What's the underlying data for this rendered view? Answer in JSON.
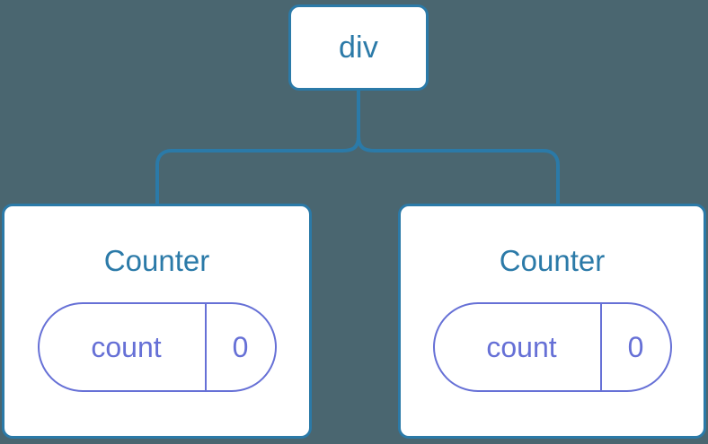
{
  "diagram": {
    "type": "component-tree",
    "background_color": "#4a6670",
    "node_border_color": "#2b7aa8",
    "node_fill_color": "#ffffff",
    "node_text_color": "#2b7aa8",
    "state_accent_color": "#6670d6",
    "connector_color": "#2b7aa8"
  },
  "root": {
    "label": "div"
  },
  "children": [
    {
      "label": "Counter",
      "state": {
        "key": "count",
        "value": "0"
      }
    },
    {
      "label": "Counter",
      "state": {
        "key": "count",
        "value": "0"
      }
    }
  ]
}
